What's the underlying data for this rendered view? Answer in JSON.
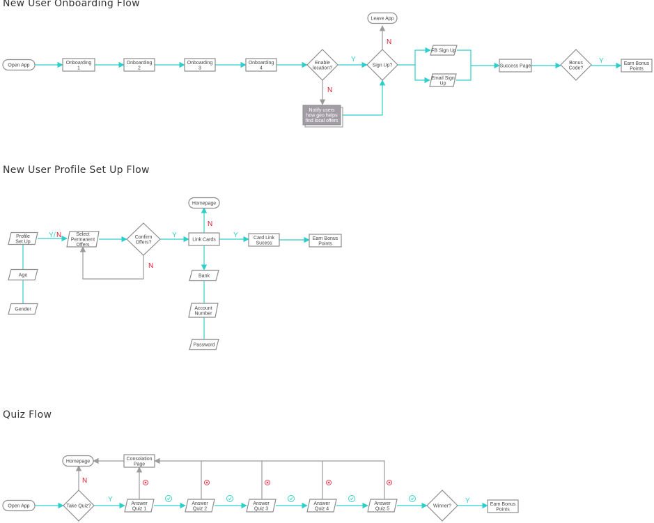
{
  "sections": [
    {
      "id": "onboarding",
      "title": "New User Onboarding Flow"
    },
    {
      "id": "profile",
      "title": "New User Profile Set Up Flow"
    },
    {
      "id": "quiz",
      "title": "Quiz Flow"
    }
  ],
  "colors": {
    "accent": "#2ecfc9",
    "reject": "#e0142f",
    "neutral": "#9b9b9b",
    "node_border": "#8c8c8c",
    "note_fill": "#a29ca5"
  },
  "nodes": [
    {
      "id": "ob-open-app",
      "name": "open-app-node",
      "shape": "terminal",
      "lines": [
        "Open App"
      ]
    },
    {
      "id": "ob-1",
      "name": "onboarding-1-node",
      "shape": "rect",
      "lines": [
        "Onboarding",
        "1"
      ]
    },
    {
      "id": "ob-2",
      "name": "onboarding-2-node",
      "shape": "rect",
      "lines": [
        "Onboarding",
        "2"
      ]
    },
    {
      "id": "ob-3",
      "name": "onboarding-3-node",
      "shape": "rect",
      "lines": [
        "Onboarding",
        "3"
      ]
    },
    {
      "id": "ob-4",
      "name": "onboarding-4-node",
      "shape": "rect",
      "lines": [
        "Onboarding",
        "4"
      ]
    },
    {
      "id": "ob-enable-loc",
      "name": "enable-location-decision",
      "shape": "diamond",
      "lines": [
        "Enable",
        "location?"
      ]
    },
    {
      "id": "ob-notify",
      "name": "notify-users-note",
      "shape": "note",
      "lines": [
        "Notify users",
        "how geo helps",
        "find local offers"
      ]
    },
    {
      "id": "ob-signup",
      "name": "sign-up-decision",
      "shape": "diamond",
      "lines": [
        "Sign Up?"
      ]
    },
    {
      "id": "ob-leave",
      "name": "leave-app-node",
      "shape": "terminal",
      "lines": [
        "Leave App"
      ]
    },
    {
      "id": "ob-fb",
      "name": "fb-sign-up-node",
      "shape": "para",
      "lines": [
        "FB Sign Up"
      ]
    },
    {
      "id": "ob-email",
      "name": "email-sign-up-node",
      "shape": "para",
      "lines": [
        "Email Sign",
        "Up"
      ]
    },
    {
      "id": "ob-success",
      "name": "success-page-node",
      "shape": "rect",
      "lines": [
        "Success Page"
      ]
    },
    {
      "id": "ob-bonus",
      "name": "bonus-code-decision",
      "shape": "diamond",
      "lines": [
        "Bonus",
        "Code?"
      ]
    },
    {
      "id": "ob-earn",
      "name": "earn-bonus-points-node",
      "shape": "rect",
      "lines": [
        "Earn Bonus",
        "Points"
      ]
    },
    {
      "id": "pf-profile",
      "name": "profile-set-up-node",
      "shape": "para",
      "lines": [
        "Profile",
        "Set Up"
      ]
    },
    {
      "id": "pf-age",
      "name": "age-node",
      "shape": "para",
      "lines": [
        "Age"
      ]
    },
    {
      "id": "pf-gender",
      "name": "gender-node",
      "shape": "para",
      "lines": [
        "Gender"
      ]
    },
    {
      "id": "pf-select",
      "name": "select-permanent-offers-node",
      "shape": "para",
      "lines": [
        "Select",
        "Permanent",
        "Offers"
      ]
    },
    {
      "id": "pf-confirm",
      "name": "confirm-offers-decision",
      "shape": "diamond",
      "lines": [
        "Confirm",
        "Offers?"
      ]
    },
    {
      "id": "pf-homepage",
      "name": "homepage-node",
      "shape": "terminal",
      "lines": [
        "Homepage"
      ]
    },
    {
      "id": "pf-link",
      "name": "link-cards-node",
      "shape": "rect",
      "lines": [
        "Link Cards"
      ]
    },
    {
      "id": "pf-bank",
      "name": "bank-node",
      "shape": "para",
      "lines": [
        "Bank"
      ]
    },
    {
      "id": "pf-account",
      "name": "account-number-node",
      "shape": "para",
      "lines": [
        "Account",
        "Number"
      ]
    },
    {
      "id": "pf-password",
      "name": "password-node",
      "shape": "para",
      "lines": [
        "Password"
      ]
    },
    {
      "id": "pf-card-success",
      "name": "card-link-success-node",
      "shape": "rect",
      "lines": [
        "Card Link",
        "Sucess"
      ]
    },
    {
      "id": "pf-earn",
      "name": "earn-bonus-points-node",
      "shape": "rect",
      "lines": [
        "Earn Bonus",
        "Points"
      ]
    },
    {
      "id": "qz-open-app",
      "name": "open-app-node",
      "shape": "terminal",
      "lines": [
        "Open App"
      ]
    },
    {
      "id": "qz-take",
      "name": "take-quiz-decision",
      "shape": "diamond",
      "lines": [
        "Take Quiz?"
      ]
    },
    {
      "id": "qz-homepage",
      "name": "homepage-node",
      "shape": "terminal",
      "lines": [
        "Homepage"
      ]
    },
    {
      "id": "qz-consolation",
      "name": "consolation-page-node",
      "shape": "rect",
      "lines": [
        "Consolation",
        "Page"
      ]
    },
    {
      "id": "qz-a1",
      "name": "answer-quiz-1-node",
      "shape": "para",
      "lines": [
        "Answer",
        "Quiz 1"
      ]
    },
    {
      "id": "qz-a2",
      "name": "answer-quiz-2-node",
      "shape": "para",
      "lines": [
        "Answer",
        "Quiz 2"
      ]
    },
    {
      "id": "qz-a3",
      "name": "answer-quiz-3-node",
      "shape": "para",
      "lines": [
        "Answer",
        "Quiz 3"
      ]
    },
    {
      "id": "qz-a4",
      "name": "answer-quiz-4-node",
      "shape": "para",
      "lines": [
        "Answer",
        "Quiz 4"
      ]
    },
    {
      "id": "qz-a5",
      "name": "answer-quiz-5-node",
      "shape": "para",
      "lines": [
        "Answer",
        "Quiz 5"
      ]
    },
    {
      "id": "qz-winner",
      "name": "winner-decision",
      "shape": "diamond",
      "lines": [
        "Winner?"
      ]
    },
    {
      "id": "qz-earn",
      "name": "earn-bonus-points-node",
      "shape": "rect",
      "lines": [
        "Earn Bonus",
        "Points"
      ]
    }
  ],
  "edge_labels": {
    "yes": "Y",
    "no": "N",
    "slash": "/"
  },
  "markers": {
    "correct_icon": "check-circle-icon",
    "wrong_icon": "x-circle-icon"
  }
}
